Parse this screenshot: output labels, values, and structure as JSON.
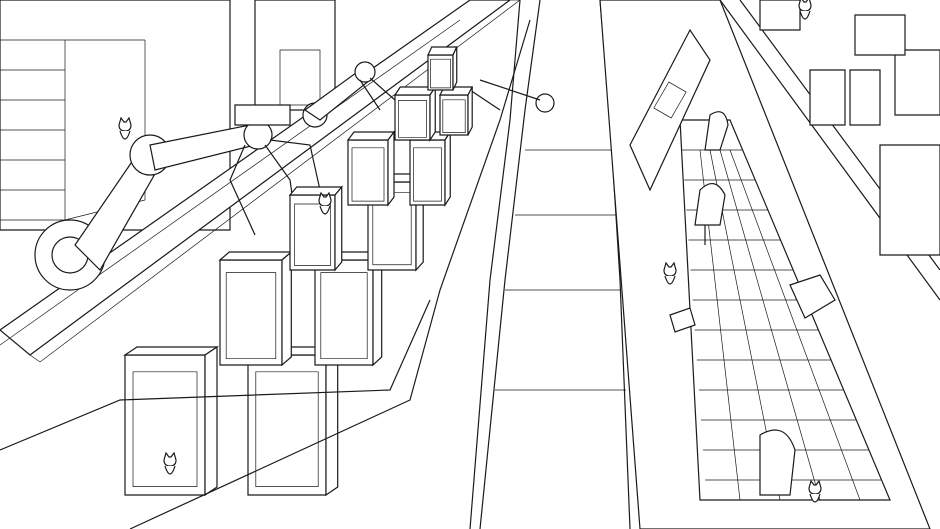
{
  "colors": {
    "background": "#ffffff",
    "line": "#1a1a1a"
  },
  "scene": {
    "objects": [
      "robot-arm",
      "conveyor-belt",
      "cabinet",
      "walkway",
      "chair",
      "control-panel",
      "box",
      "cat"
    ]
  }
}
